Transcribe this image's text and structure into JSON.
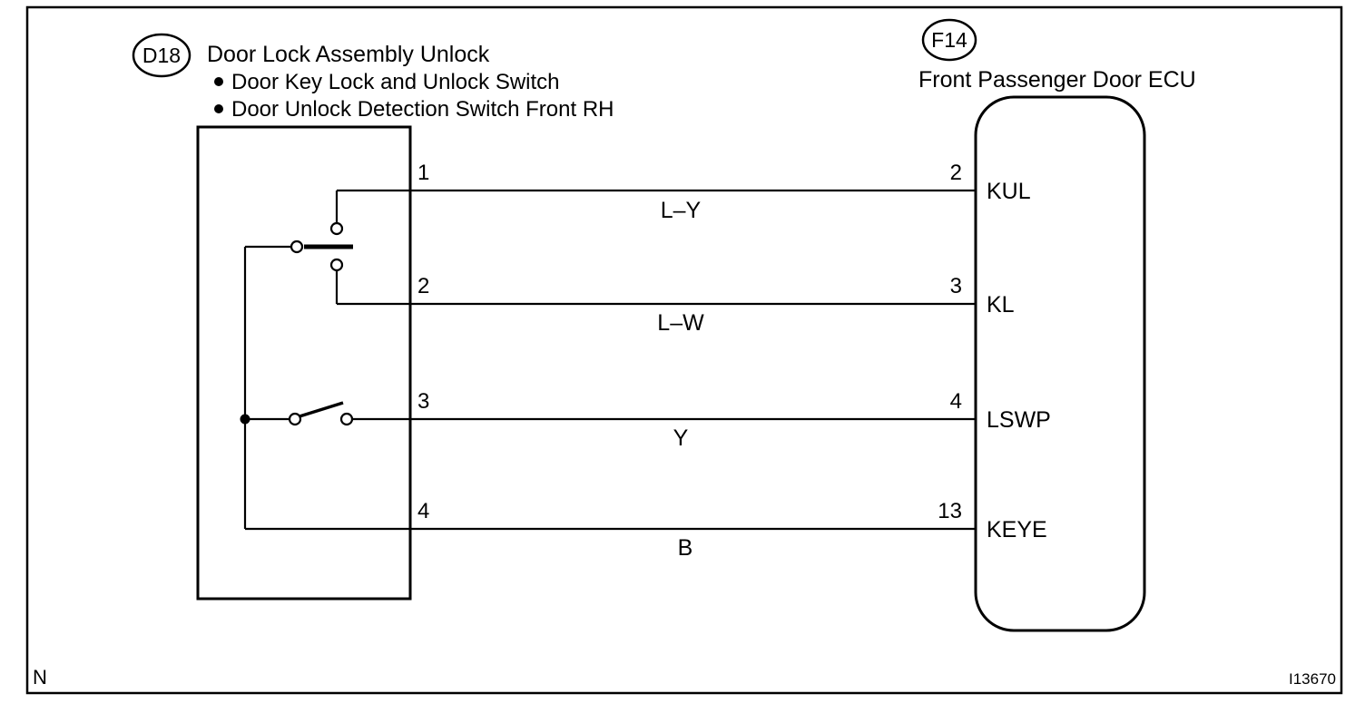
{
  "diagram": {
    "left_connector": {
      "id": "D18",
      "title": "Door Lock Assembly Unlock",
      "bullets": [
        "Door Key Lock and Unlock Switch",
        "Door Unlock Detection Switch Front RH"
      ]
    },
    "right_connector": {
      "id": "F14",
      "title": "Front Passenger Door ECU",
      "pins": [
        {
          "number": "2",
          "label": "KUL"
        },
        {
          "number": "3",
          "label": "KL"
        },
        {
          "number": "4",
          "label": "LSWP"
        },
        {
          "number": "13",
          "label": "KEYE"
        }
      ]
    },
    "wires": [
      {
        "left_pin": "1",
        "color": "L–Y"
      },
      {
        "left_pin": "2",
        "color": "L–W"
      },
      {
        "left_pin": "3",
        "color": "Y"
      },
      {
        "left_pin": "4",
        "color": "B"
      }
    ],
    "footer_left": "N",
    "footer_right": "I13670"
  }
}
